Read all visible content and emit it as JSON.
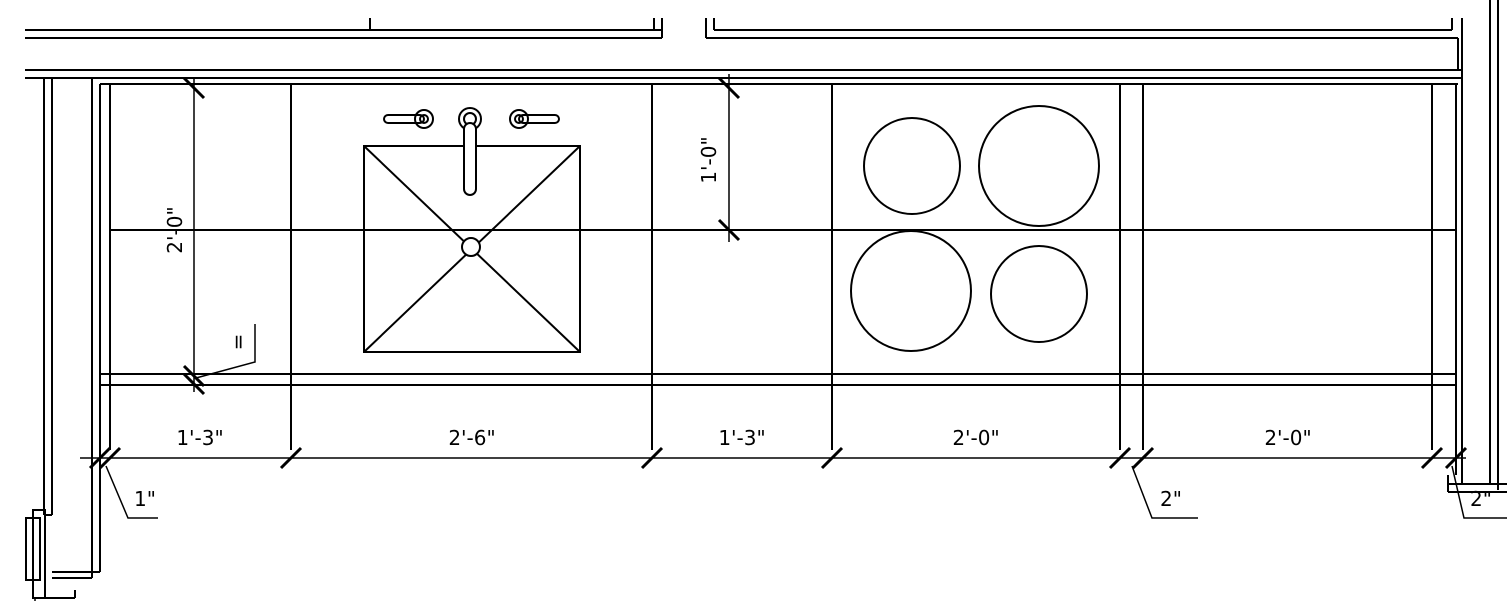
{
  "drawing": {
    "dimensions": {
      "horizontal": [
        "1'-3\"",
        "2'-6\"",
        "1'-3\"",
        "2'-0\"",
        "2'-0\""
      ],
      "vertical_left": "2'-0\"",
      "vertical_mid": "1'-0\""
    },
    "callouts": {
      "left_gap": "1\"",
      "mid_gap": "2\"",
      "right_gap": "2\"",
      "small_mark": "="
    },
    "fixtures": {
      "sink": "sink",
      "faucet": "faucet",
      "cooktop": "cooktop-4-burner"
    }
  }
}
